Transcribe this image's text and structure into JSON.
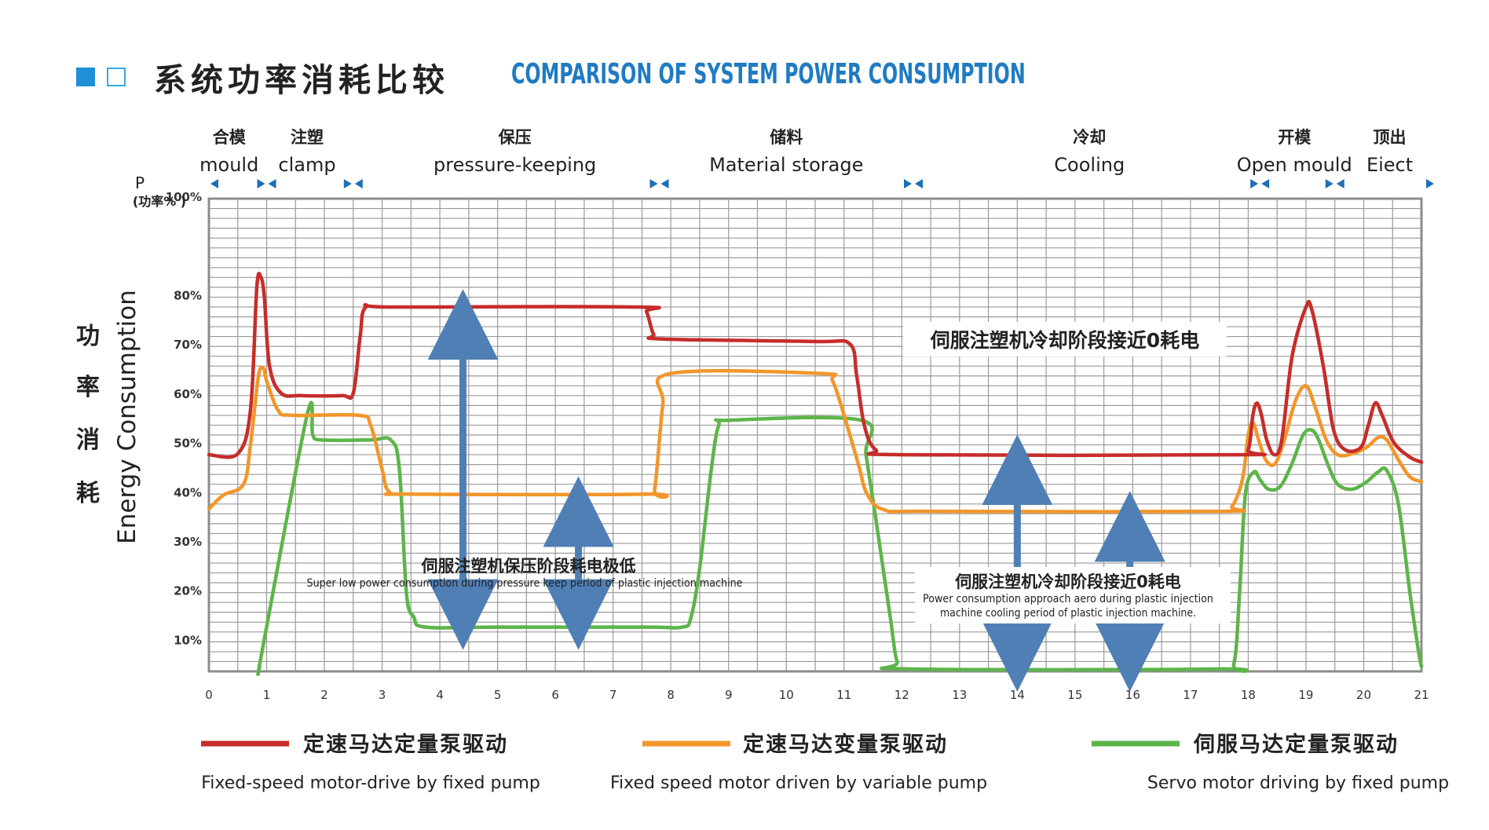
{
  "header": {
    "title_cn": "系统功率消耗比较",
    "title_en": "COMPARISON OF SYSTEM POWER CONSUMPTION"
  },
  "colors": {
    "fixed_fixed": "#c62d2a",
    "fixed_variable": "#f2962a",
    "servo_fixed": "#5db54a",
    "arrow": "#4f7fb4",
    "grid": "#9a9a9a",
    "frame": "#8c8c8c",
    "title_blue": "#1f7bc2"
  },
  "chart_data": {
    "type": "line",
    "y_axis_symbol": "P",
    "y_axis_unit": "(功率% )",
    "ylabel_cn": "功率消耗",
    "ylabel_en": "Energy Consumption",
    "xlim": [
      0,
      21
    ],
    "ylim": [
      4,
      100
    ],
    "x_ticks": [
      "0",
      "1",
      "2",
      "3",
      "4",
      "5",
      "6",
      "7",
      "8",
      "9",
      "10",
      "11",
      "12",
      "13",
      "14",
      "15",
      "16",
      "17",
      "18",
      "19",
      "20",
      "21"
    ],
    "y_ticks": [
      {
        "value": 10,
        "label": "10%"
      },
      {
        "value": 20,
        "label": "20%"
      },
      {
        "value": 30,
        "label": "30%"
      },
      {
        "value": 40,
        "label": "40%"
      },
      {
        "value": 50,
        "label": "50%"
      },
      {
        "value": 60,
        "label": "60%"
      },
      {
        "value": 70,
        "label": "70%"
      },
      {
        "value": 80,
        "label": "80%"
      },
      {
        "value": 100,
        "label": "100%"
      }
    ],
    "grid": true,
    "phases": [
      {
        "cn": "合模",
        "en": "mould",
        "center": 0.35
      },
      {
        "cn": "注塑",
        "en": "clamp",
        "center": 1.7
      },
      {
        "cn": "保压",
        "en": "pressure-keeping",
        "center": 5.3
      },
      {
        "cn": "储料",
        "en": "Material storage",
        "center": 10.0
      },
      {
        "cn": "冷却",
        "en": "Cooling",
        "center": 15.25
      },
      {
        "cn": "开模",
        "en": "Open mould",
        "center": 18.8
      },
      {
        "cn": "顶出",
        "en": "Eiect",
        "center": 20.45
      }
    ],
    "phase_boundaries": [
      1.0,
      2.5,
      7.8,
      12.2,
      18.2,
      19.5
    ],
    "series": [
      {
        "name_cn": "定速马达定量泵驱动",
        "name_en": "Fixed-speed motor-drive by fixed pump",
        "color": "#c62d2a",
        "points": [
          [
            0,
            48
          ],
          [
            0.5,
            48.2
          ],
          [
            0.72,
            57
          ],
          [
            0.83,
            82
          ],
          [
            0.9,
            84
          ],
          [
            0.96,
            80
          ],
          [
            1.05,
            66
          ],
          [
            1.25,
            60.5
          ],
          [
            1.6,
            60
          ],
          [
            2.3,
            60
          ],
          [
            2.5,
            60.5
          ],
          [
            2.62,
            72
          ],
          [
            2.72,
            78
          ],
          [
            3.2,
            78
          ],
          [
            7.45,
            78
          ],
          [
            7.58,
            77
          ],
          [
            7.7,
            72.5
          ],
          [
            7.85,
            71.5
          ],
          [
            10.5,
            71
          ],
          [
            11.1,
            70.5
          ],
          [
            11.22,
            64
          ],
          [
            11.35,
            54
          ],
          [
            11.55,
            49
          ],
          [
            12,
            48
          ],
          [
            17.8,
            48
          ],
          [
            18.0,
            49
          ],
          [
            18.08,
            56
          ],
          [
            18.15,
            58.5
          ],
          [
            18.23,
            56
          ],
          [
            18.32,
            51
          ],
          [
            18.45,
            48
          ],
          [
            18.58,
            51
          ],
          [
            18.76,
            68
          ],
          [
            19.0,
            78
          ],
          [
            19.1,
            77.5
          ],
          [
            19.3,
            66
          ],
          [
            19.48,
            53
          ],
          [
            19.68,
            49
          ],
          [
            19.95,
            49.5
          ],
          [
            20.08,
            54
          ],
          [
            20.2,
            58.5
          ],
          [
            20.32,
            56
          ],
          [
            20.52,
            50.5
          ],
          [
            20.8,
            47.5
          ],
          [
            21,
            46.5
          ]
        ]
      },
      {
        "name_cn": "定速马达变量泵驱动",
        "name_en": "Fixed speed motor driven by variable pump",
        "color": "#f2962a",
        "points": [
          [
            0,
            37
          ],
          [
            0.25,
            39.8
          ],
          [
            0.6,
            42
          ],
          [
            0.72,
            50
          ],
          [
            0.86,
            64
          ],
          [
            0.95,
            65.5
          ],
          [
            1.0,
            63
          ],
          [
            1.2,
            57
          ],
          [
            1.45,
            56
          ],
          [
            2.6,
            56
          ],
          [
            2.8,
            54
          ],
          [
            3.0,
            45
          ],
          [
            3.12,
            40.5
          ],
          [
            3.5,
            40
          ],
          [
            7.6,
            40
          ],
          [
            7.72,
            41
          ],
          [
            7.86,
            58
          ],
          [
            8.0,
            64.5
          ],
          [
            10.6,
            64.5
          ],
          [
            10.8,
            63
          ],
          [
            11.0,
            56
          ],
          [
            11.25,
            46
          ],
          [
            11.4,
            40
          ],
          [
            11.7,
            36.8
          ],
          [
            12.5,
            36.5
          ],
          [
            17.5,
            36.5
          ],
          [
            17.72,
            37.5
          ],
          [
            17.9,
            43
          ],
          [
            18.0,
            52
          ],
          [
            18.08,
            54.5
          ],
          [
            18.18,
            51
          ],
          [
            18.3,
            47
          ],
          [
            18.45,
            46
          ],
          [
            18.6,
            50
          ],
          [
            18.82,
            59
          ],
          [
            19.0,
            62
          ],
          [
            19.15,
            58
          ],
          [
            19.35,
            51
          ],
          [
            19.55,
            48
          ],
          [
            19.8,
            48.2
          ],
          [
            20.05,
            49.5
          ],
          [
            20.25,
            51.5
          ],
          [
            20.4,
            51
          ],
          [
            20.6,
            47
          ],
          [
            20.8,
            43.5
          ],
          [
            21,
            42.5
          ]
        ]
      },
      {
        "name_cn": "伺服马达定量泵驱动",
        "name_en": "Servo motor driving by fixed pump",
        "color": "#5db54a",
        "points": [
          [
            0.88,
            5
          ],
          [
            0.92,
            8
          ],
          [
            1.7,
            56
          ],
          [
            1.8,
            52
          ],
          [
            1.95,
            51
          ],
          [
            2.8,
            51
          ],
          [
            3.15,
            51
          ],
          [
            3.3,
            45
          ],
          [
            3.42,
            20
          ],
          [
            3.55,
            15
          ],
          [
            3.75,
            13
          ],
          [
            5,
            13
          ],
          [
            7.55,
            13
          ],
          [
            8.2,
            13
          ],
          [
            8.35,
            15
          ],
          [
            8.5,
            25
          ],
          [
            8.7,
            45
          ],
          [
            8.83,
            54
          ],
          [
            9.0,
            55
          ],
          [
            11.3,
            55
          ],
          [
            11.38,
            48
          ],
          [
            11.55,
            35
          ],
          [
            11.8,
            15
          ],
          [
            11.92,
            6
          ],
          [
            12.1,
            4.5
          ],
          [
            17.5,
            4.5
          ],
          [
            17.75,
            5.5
          ],
          [
            17.85,
            20
          ],
          [
            17.95,
            40
          ],
          [
            18.1,
            44.5
          ],
          [
            18.2,
            43
          ],
          [
            18.35,
            41
          ],
          [
            18.55,
            41.5
          ],
          [
            18.75,
            46
          ],
          [
            18.95,
            52
          ],
          [
            19.1,
            53
          ],
          [
            19.22,
            51
          ],
          [
            19.38,
            46
          ],
          [
            19.55,
            42
          ],
          [
            19.8,
            41
          ],
          [
            20.05,
            42.5
          ],
          [
            20.25,
            44.5
          ],
          [
            20.4,
            44.8
          ],
          [
            20.6,
            38
          ],
          [
            20.8,
            20
          ],
          [
            20.95,
            8
          ],
          [
            21,
            5
          ]
        ]
      }
    ],
    "annotations": [
      {
        "cn": "伺服注塑机冷却阶段接近0耗电",
        "en": ""
      },
      {
        "cn": "伺服注塑机保压阶段耗电极低",
        "en": "Super low power consumption during pressure keep period of plastic injection machine"
      },
      {
        "cn": "伺服注塑机冷却阶段接近0耗电",
        "en": "Power consumption approach aero during plastic injection|machine cooling period of plastic injection machine."
      }
    ],
    "arrows": [
      {
        "x": 4.4,
        "y_top": 77,
        "y_bottom": 13
      },
      {
        "x": 6.4,
        "y_top": 39,
        "y_bottom": 13
      },
      {
        "x": 14.0,
        "y_top": 47.5,
        "y_bottom": 4.5
      },
      {
        "x": 15.95,
        "y_top": 36,
        "y_bottom": 4.5
      }
    ]
  }
}
